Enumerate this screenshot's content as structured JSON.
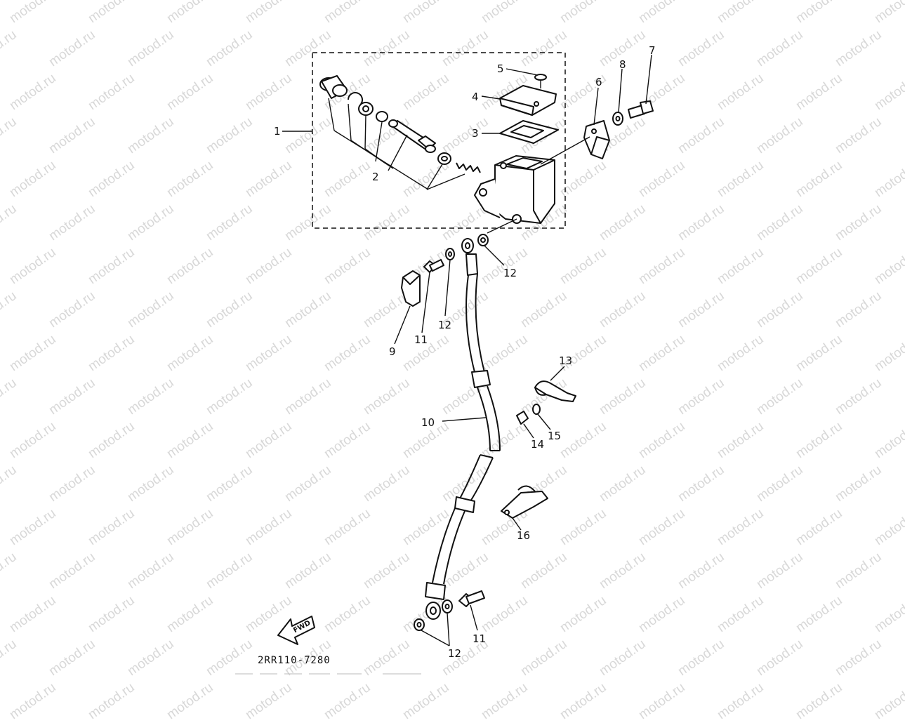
{
  "watermark": {
    "text": "motod.ru"
  },
  "callouts": [
    {
      "id": "p1",
      "label": "1"
    },
    {
      "id": "p2",
      "label": "2"
    },
    {
      "id": "p3",
      "label": "3"
    },
    {
      "id": "p4",
      "label": "4"
    },
    {
      "id": "p5",
      "label": "5"
    },
    {
      "id": "p6",
      "label": "6"
    },
    {
      "id": "p7",
      "label": "7"
    },
    {
      "id": "p8",
      "label": "8"
    },
    {
      "id": "p9",
      "label": "9"
    },
    {
      "id": "p10",
      "label": "10"
    },
    {
      "id": "p11a",
      "label": "11"
    },
    {
      "id": "p11b",
      "label": "11"
    },
    {
      "id": "p12a",
      "label": "12"
    },
    {
      "id": "p12b",
      "label": "12"
    },
    {
      "id": "p12c",
      "label": "12"
    },
    {
      "id": "p13",
      "label": "13"
    },
    {
      "id": "p14",
      "label": "14"
    },
    {
      "id": "p15",
      "label": "15"
    },
    {
      "id": "p16",
      "label": "16"
    }
  ],
  "fwd_arrow": {
    "label": "FWD"
  },
  "diagram_code": "2RR110-7280",
  "colors": {
    "ink": "#111111",
    "watermark": "#d8d8d8",
    "background": "#ffffff"
  }
}
